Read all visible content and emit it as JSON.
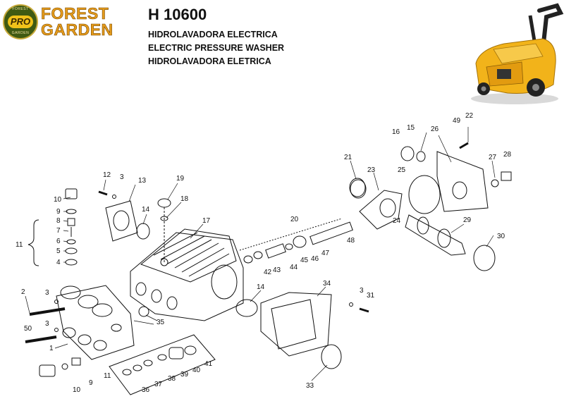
{
  "brand": {
    "badge_text": "PRO",
    "badge_ring_top": "FOREST",
    "badge_ring_bottom": "GARDEN",
    "line1": "FOREST",
    "line2": "GARDEN"
  },
  "model": "H 10600",
  "subtitles": [
    "HIDROLAVADORA ELECTRICA",
    "ELECTRIC PRESSURE WASHER",
    "HIDROLAVADORA ELETRICA"
  ],
  "colors": {
    "brand_orange": "#e59b1b",
    "brand_green": "#3f5a12",
    "machine_yellow": "#f2b31a"
  },
  "part_labels": {
    "p1": "1",
    "p2": "2",
    "p3a": "3",
    "p3b": "3",
    "p3c": "3",
    "p3d": "3",
    "p4": "4",
    "p5": "5",
    "p6": "6",
    "p7": "7",
    "p8": "8",
    "p9a": "9",
    "p9b": "9",
    "p10a": "10",
    "p10b": "10",
    "p11a": "11",
    "p11b": "11",
    "p12": "12",
    "p13": "13",
    "p14a": "14",
    "p14b": "14",
    "p15": "15",
    "p16": "16",
    "p17": "17",
    "p18": "18",
    "p19": "19",
    "p20": "20",
    "p21": "21",
    "p22": "22",
    "p23": "23",
    "p24": "24",
    "p25": "25",
    "p26": "26",
    "p27": "27",
    "p28": "28",
    "p29": "29",
    "p30": "30",
    "p31": "31",
    "p33": "33",
    "p34": "34",
    "p35": "35",
    "p36": "36",
    "p37": "37",
    "p38": "38",
    "p39": "39",
    "p40": "40",
    "p41": "41",
    "p42": "42",
    "p43": "43",
    "p44": "44",
    "p45": "45",
    "p46": "46",
    "p47": "47",
    "p48": "48",
    "p49": "49",
    "p50": "50"
  }
}
